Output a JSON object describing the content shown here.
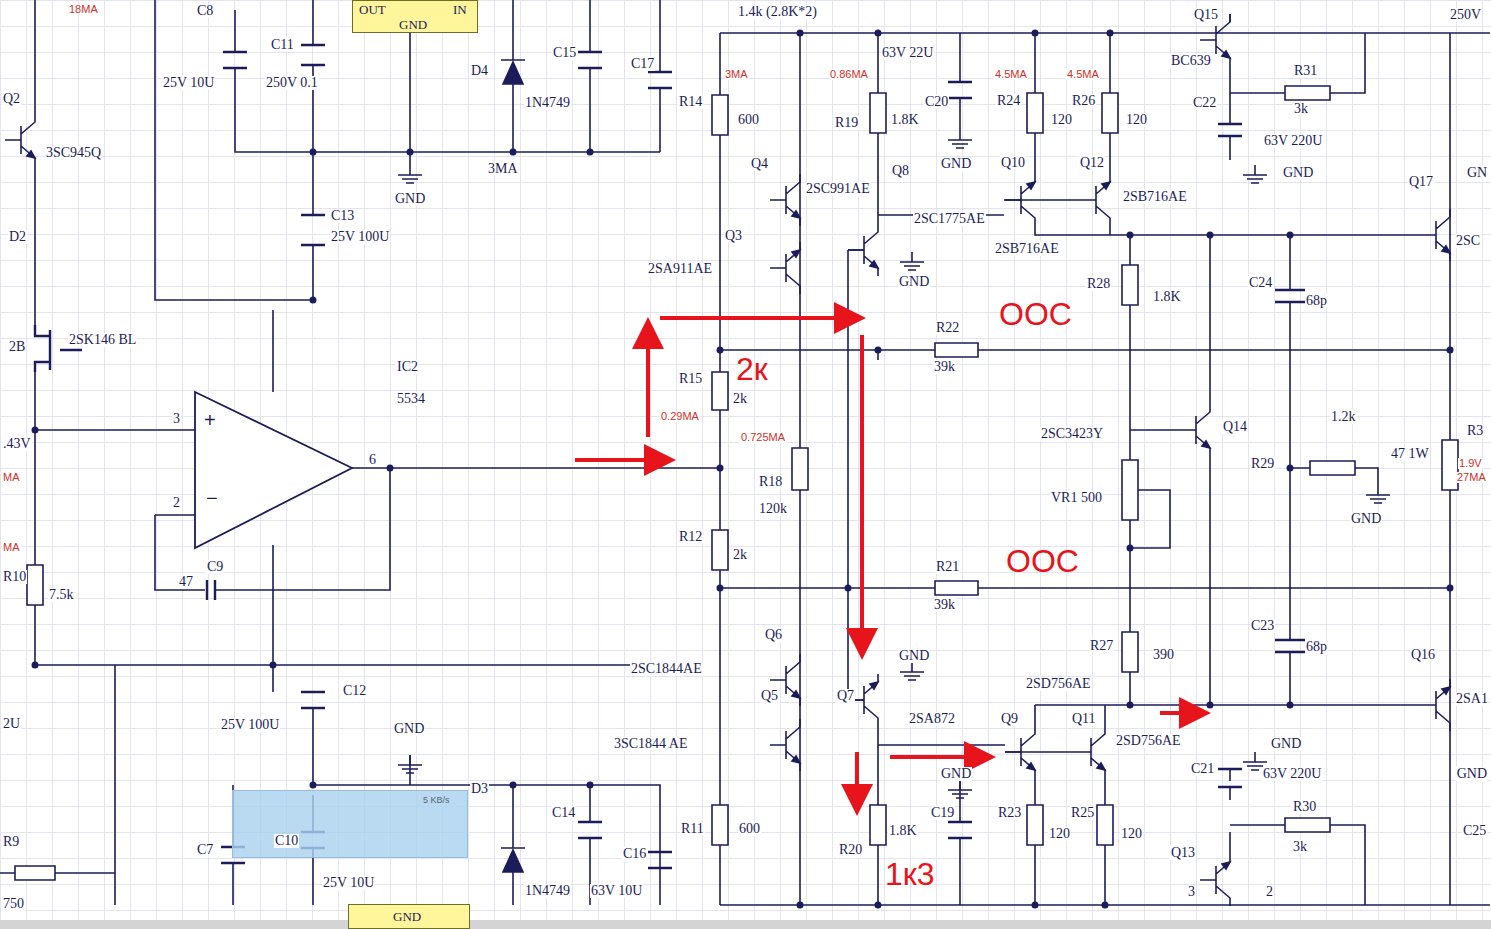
{
  "diagram": {
    "nodes": [
      {
        "text": [
          "OUT",
          "GND",
          "IN"
        ]
      },
      {
        "text": [
          "+",
          "−"
        ]
      },
      {
        "text": [
          "5 KB/s"
        ]
      },
      {
        "text": [
          "GND"
        ]
      }
    ],
    "labels": [
      "18MA",
      "C8",
      "C11",
      "25V 10U",
      "250V 0.1",
      "D4",
      "1N4749",
      "C15",
      "C17",
      "3MA",
      "Q2",
      "3SC945Q",
      "D2",
      "GND",
      "C13",
      "25V 100U",
      "2B",
      "2SK146 BL",
      "IC2",
      "5534",
      "3",
      "2",
      "6",
      ".43V",
      "MA",
      "MA",
      "R10",
      "7.5k",
      "C9",
      "47",
      "C12",
      "25V 100U",
      "2U",
      "GND",
      "R9",
      "750",
      "C7",
      "C10",
      "25V 10U",
      "D3",
      "1N4749",
      "C14",
      "C16",
      "63V 10U",
      "R11",
      "600",
      "1.4k (2.8K*2)",
      "3MA",
      "R14",
      "600",
      "Q4",
      "2SC991AE",
      "Q3",
      "2SA911AE",
      "0.86MA",
      "63V 22U",
      "R19",
      "1.8K",
      "C20",
      "GND",
      "4.5MA",
      "4.5MA",
      "R24",
      "120",
      "R26",
      "120",
      "Q8",
      "2SC1775AE",
      "Q10",
      "Q12",
      "2SB716AE",
      "2SB716AE",
      "GND",
      "Q15",
      "BC639",
      "R31",
      "3k",
      "C22",
      "63V 220U",
      "GND",
      "250V",
      "Q17",
      "2SC",
      "GN",
      "R28",
      "1.8K",
      "C24",
      "68p",
      "R15",
      "2k",
      "0.29MA",
      "0.725MA",
      "R22",
      "39k",
      "R18",
      "120k",
      "R12",
      "2k",
      "2SC3423Y",
      "Q14",
      "VR1 500",
      "1.2k",
      "R29",
      "GND",
      "47 1W",
      "R3",
      "1.9V",
      "27MA",
      "R21",
      "39k",
      "C23",
      "68p",
      "R27",
      "390",
      "Q6",
      "2SC1844AE",
      "Q5",
      "3SC1844 AE",
      "Q7",
      "GND",
      "2SA872",
      "2SD756AE",
      "Q9",
      "Q11",
      "2SD756AE",
      "GND",
      "C21",
      "63V 220U",
      "R30",
      "3k",
      "Q13",
      "GND",
      "C19",
      "R23",
      "120",
      "R25",
      "120",
      "R20",
      "1.8K",
      "Q16",
      "2SA1",
      "C25",
      "GND",
      "3",
      "2",
      "2к",
      "ООС",
      "ООС",
      "1к3"
    ]
  }
}
